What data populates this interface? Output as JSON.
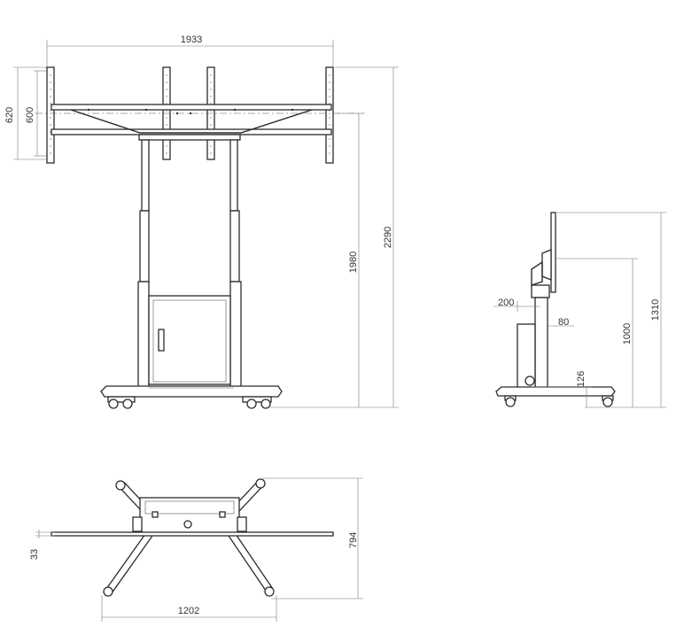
{
  "front_view": {
    "dims": {
      "overall_width": "1933",
      "outer_height": "620",
      "inner_height": "600",
      "crossbar_height": "1980",
      "overall_height": "2290"
    }
  },
  "side_view": {
    "dims": {
      "depth_offset": "200",
      "column_depth": "80",
      "base_height": "126",
      "mount_height": "1000",
      "top_height": "1310"
    }
  },
  "top_view": {
    "dims": {
      "base_width": "1202",
      "base_depth": "794",
      "rail_offset": "33"
    }
  }
}
